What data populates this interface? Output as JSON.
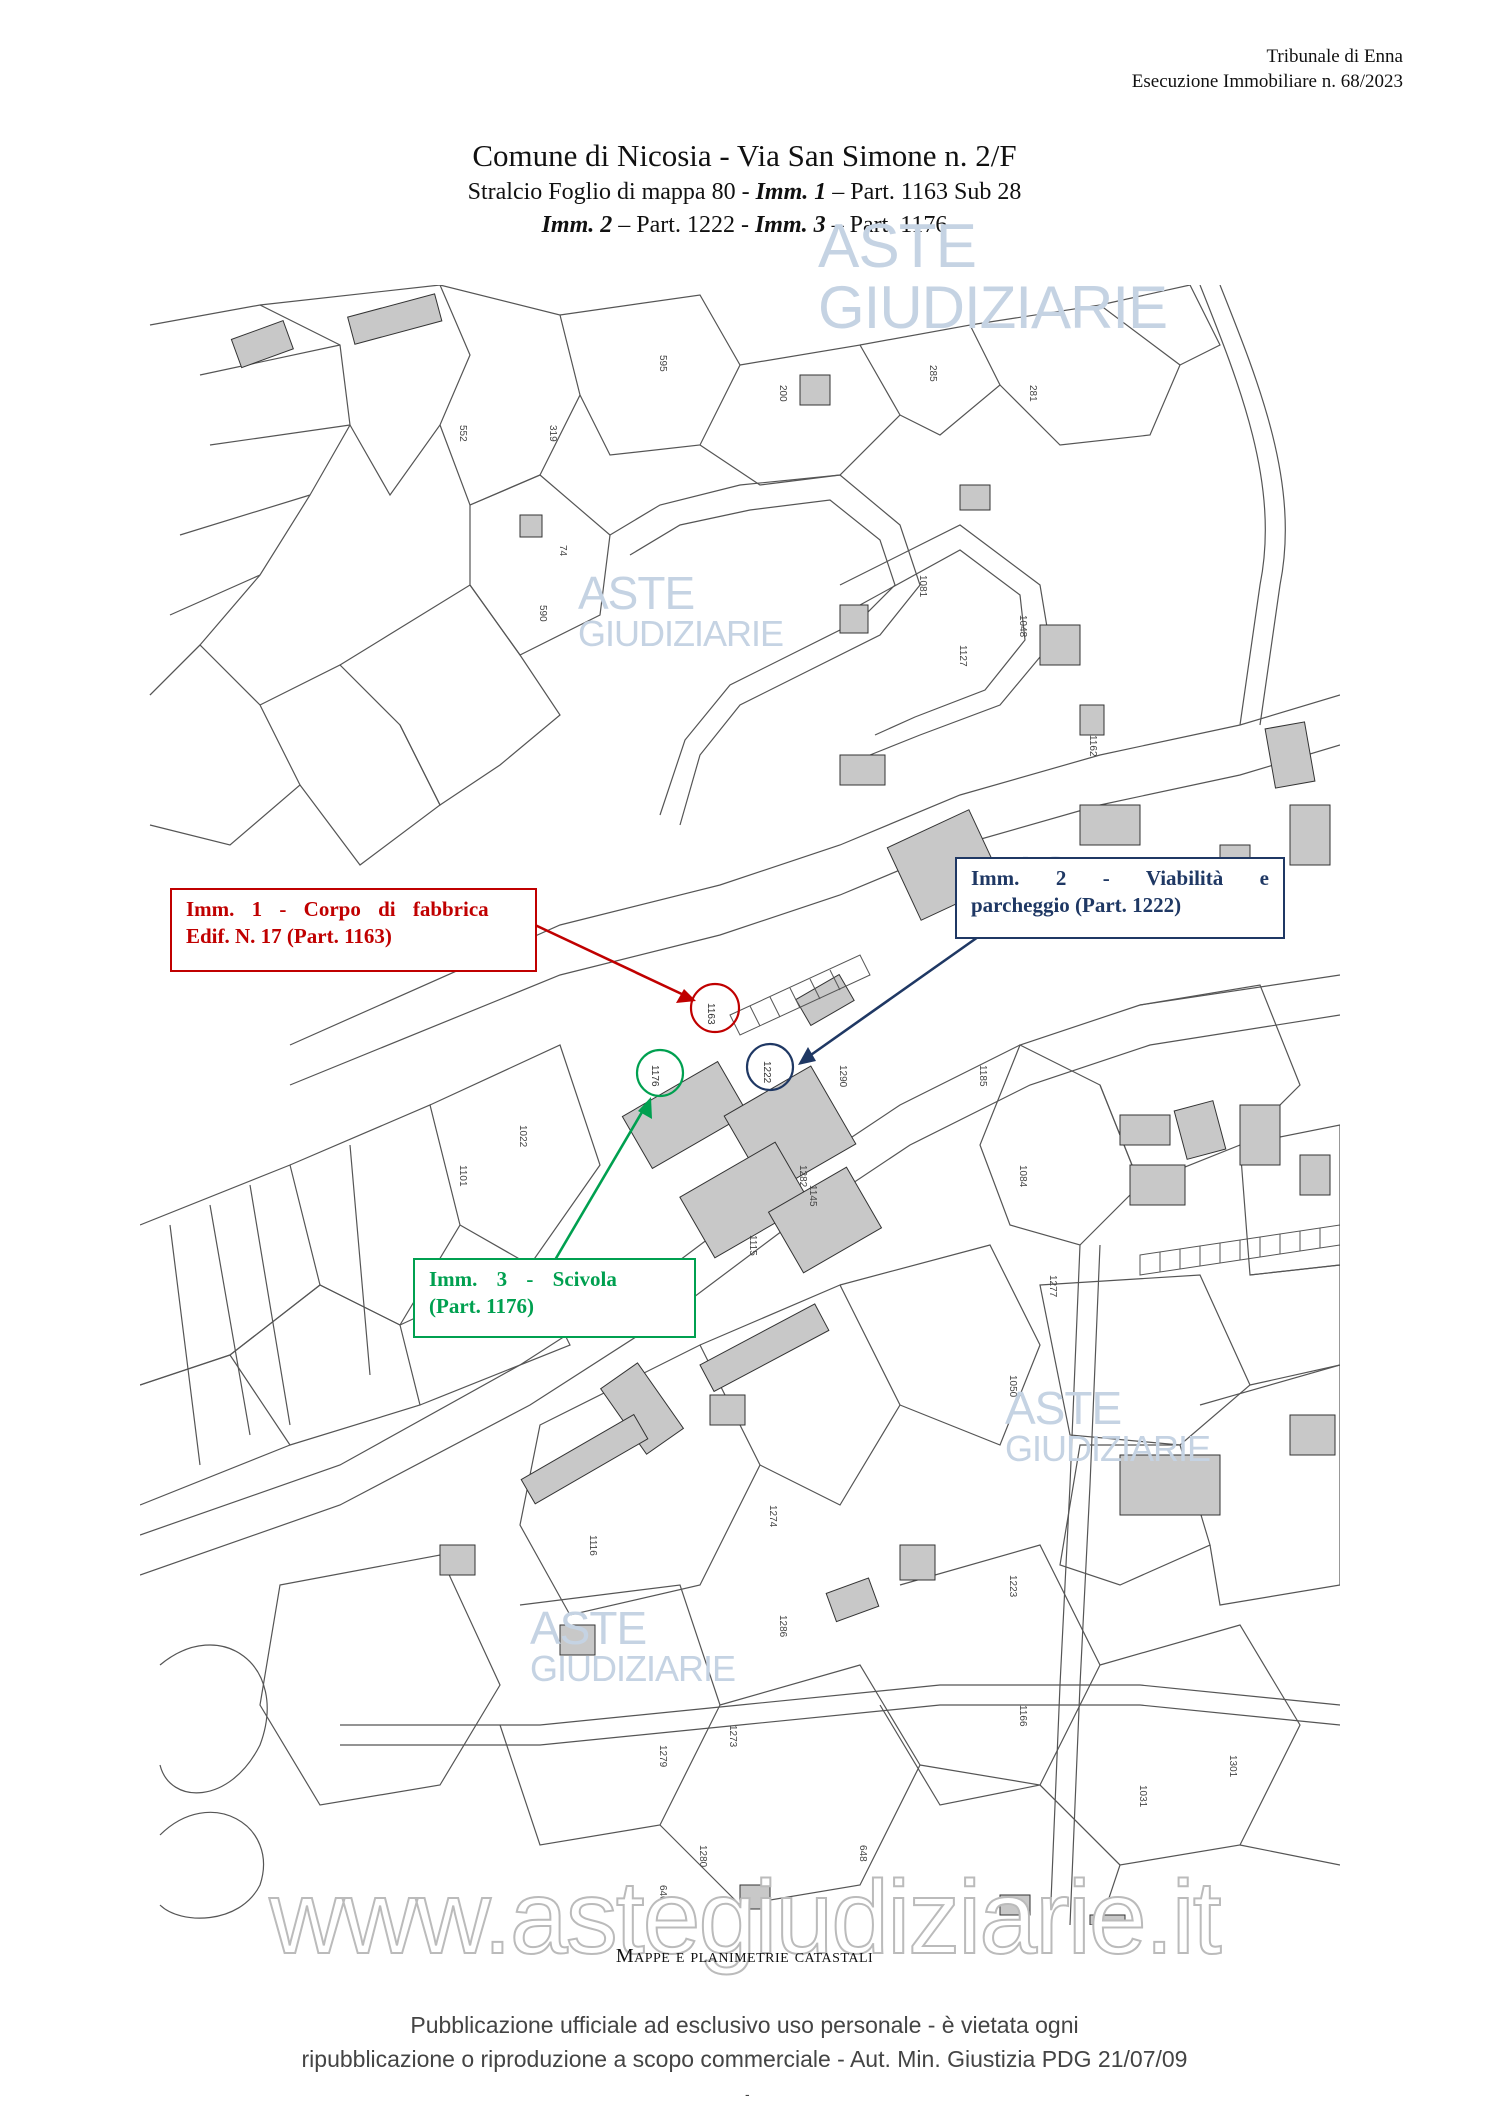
{
  "header": {
    "court": "Tribunale di Enna",
    "case": "Esecuzione Immobiliare n. 68/2023"
  },
  "title": {
    "main": "Comune di Nicosia - Via San Simone n. 2/F",
    "line2_prefix": "Stralcio Foglio di mappa 80  - ",
    "line2_imm": "Imm. 1",
    "line2_rest": " – Part. 1163 Sub 28",
    "line3_imm2": "Imm. 2",
    "line3_rest2": " – Part. 1222  -  ",
    "line3_imm3": "Imm. 3",
    "line3_rest3": "  – Part. 1176"
  },
  "annotations": {
    "imm1_line1": "Imm. 1 -  Corpo di fabbrica",
    "imm1_line2": "Edif. N. 17 (Part. 1163)",
    "imm2_line1": "Imm. 2 - Viabilità e",
    "imm2_line2": "parcheggio (Part. 1222)",
    "imm3_line1": "Imm. 3 - Scivola",
    "imm3_line2": "(Part. 1176)",
    "colors": {
      "imm1": "#c00000",
      "imm2": "#1f3864",
      "imm3": "#00a050"
    }
  },
  "map_labels": {
    "p1163": "1163",
    "p1222": "1222",
    "p1176": "1176",
    "parcels": [
      "595",
      "319",
      "200",
      "285",
      "281",
      "74",
      "590",
      "552",
      "1127",
      "1048",
      "1081",
      "1162",
      "1101",
      "1290",
      "1185",
      "1084",
      "1145",
      "1115",
      "1022",
      "1050",
      "1277",
      "1274",
      "1286",
      "1273",
      "1279",
      "1280",
      "1282",
      "1223",
      "1166",
      "1116",
      "640",
      "648",
      "1031",
      "1301"
    ]
  },
  "watermarks": {
    "aste": "ASTE",
    "giudiziarie": "GIUDIZIARIE",
    "site": "www.astegiudiziarie.it"
  },
  "footer": {
    "caption": "Mappe e planimetrie catastali",
    "pub_line1": "Pubblicazione ufficiale ad esclusivo uso personale - è vietata ogni",
    "pub_line2": "ripubblicazione o riproduzione a scopo commerciale - Aut. Min. Giustizia PDG 21/07/09",
    "dash": "-"
  }
}
